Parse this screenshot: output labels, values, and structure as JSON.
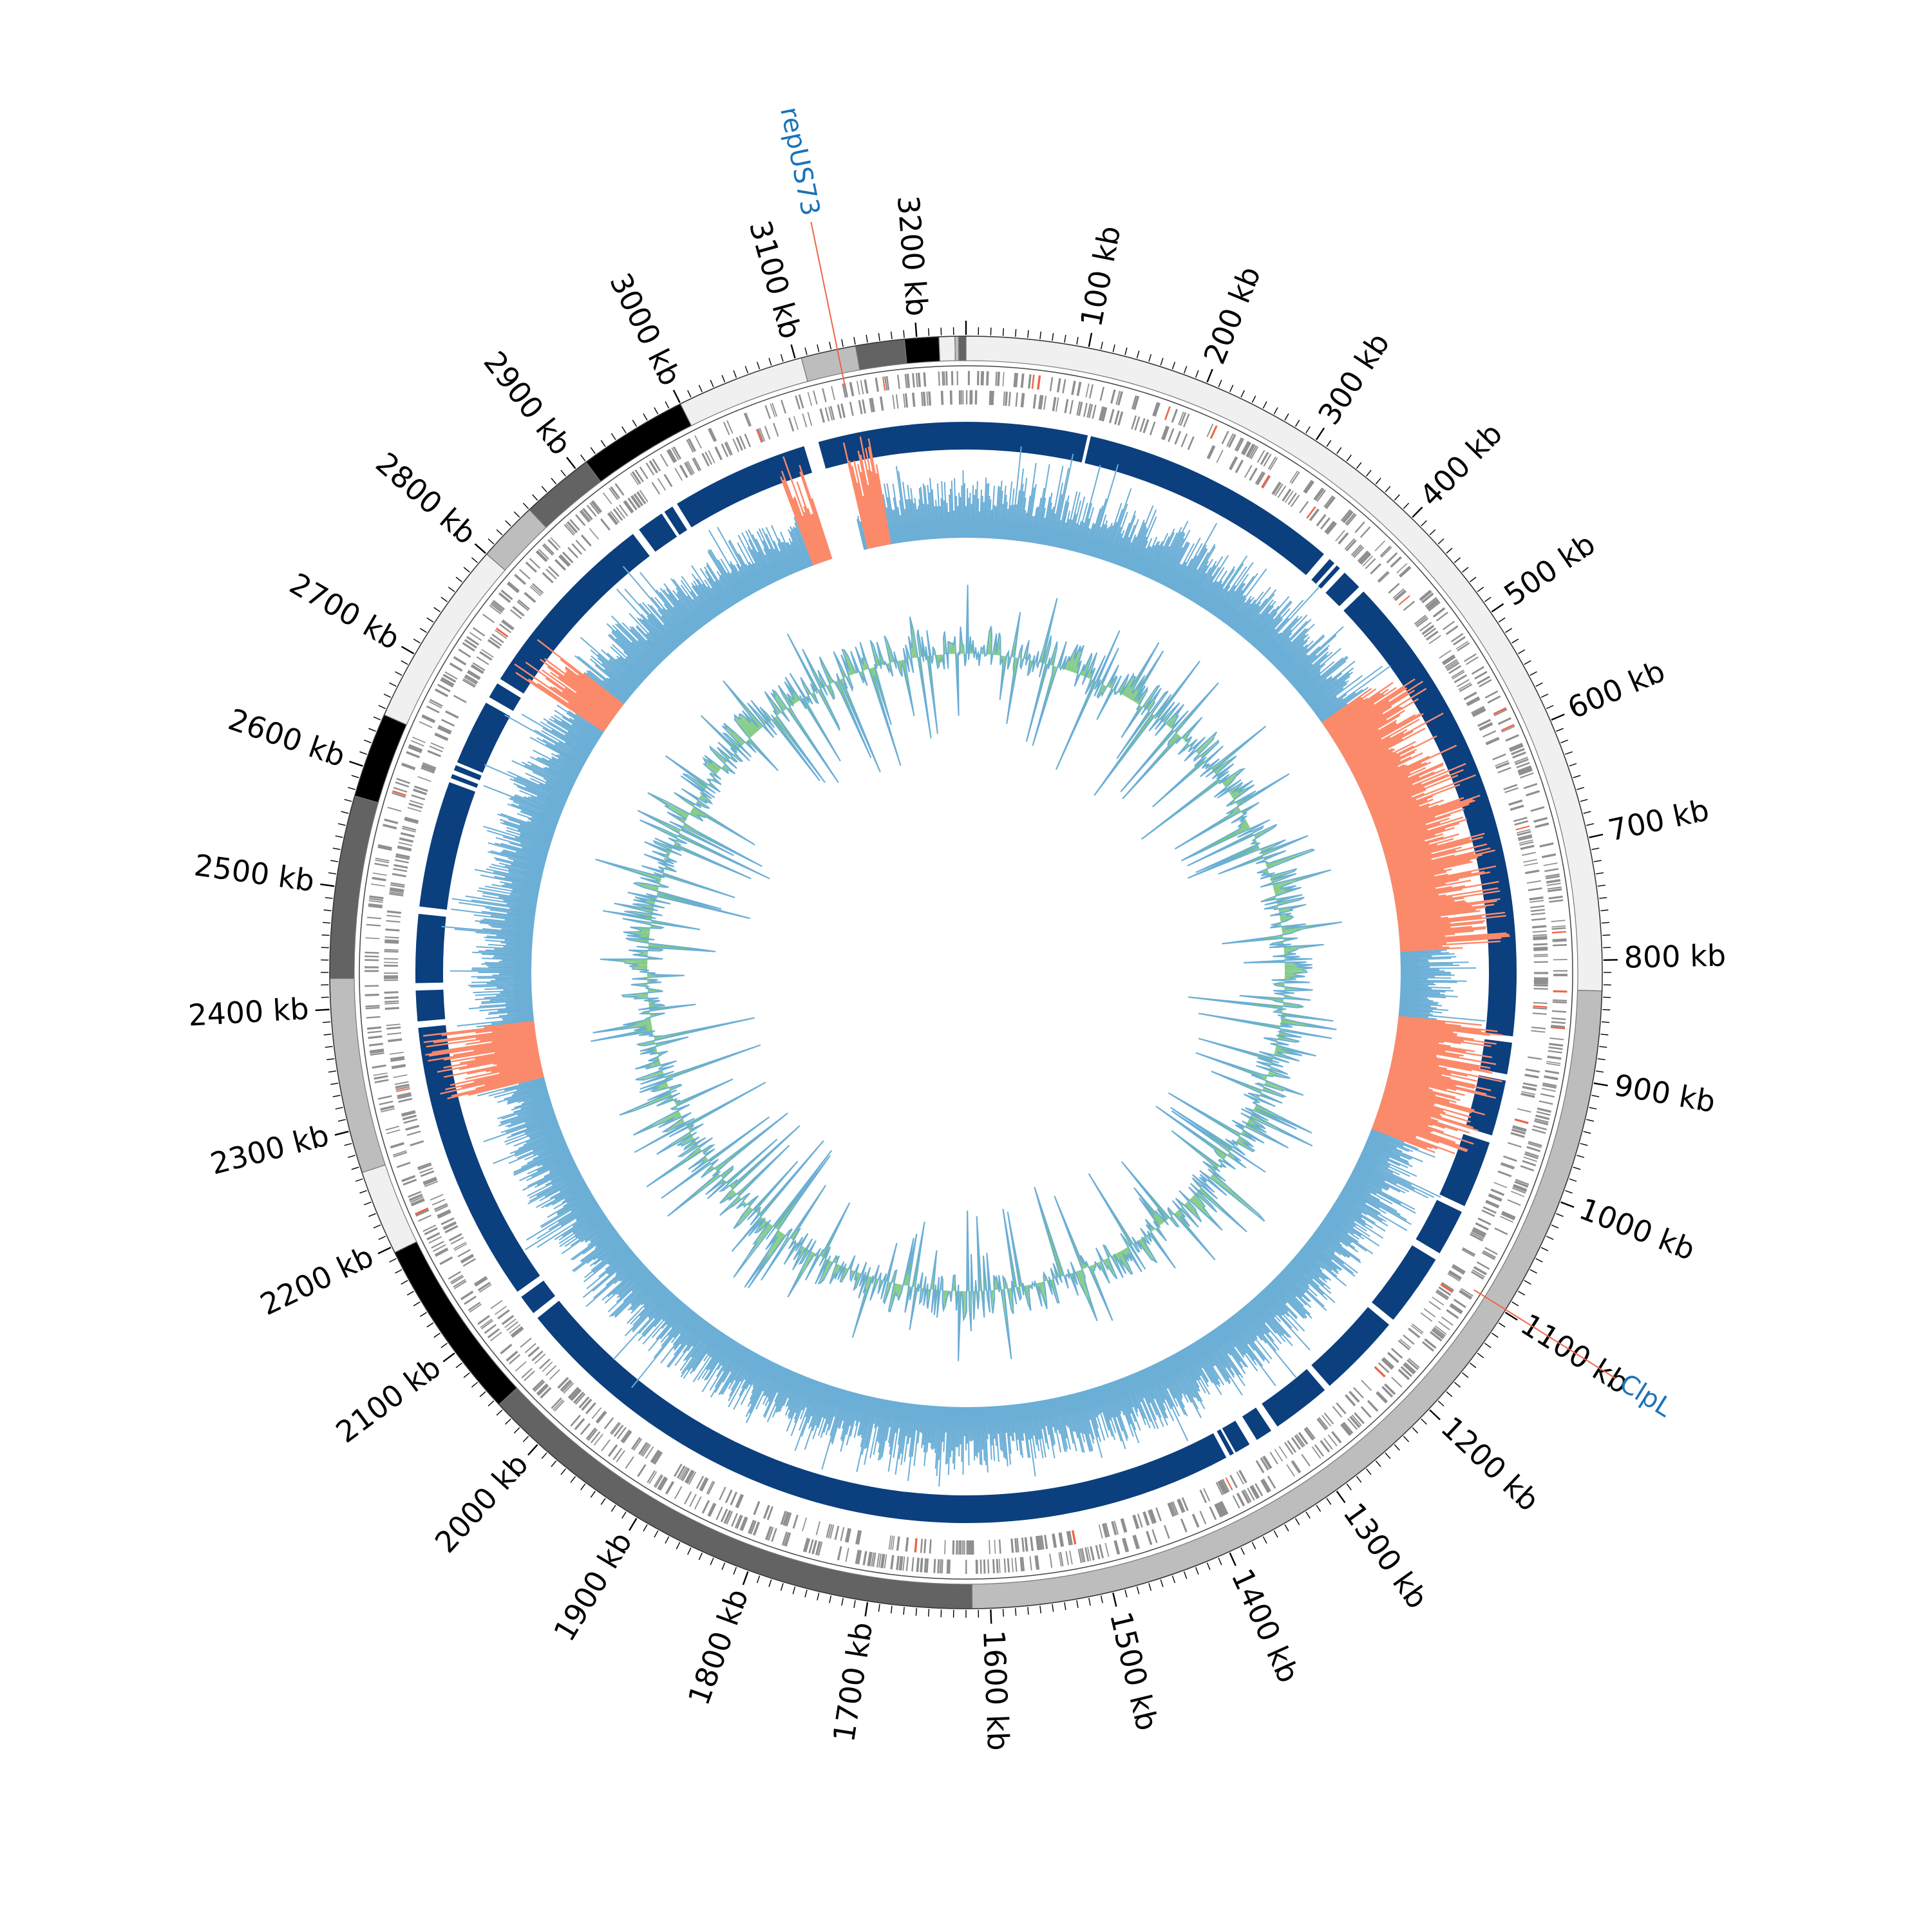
{
  "genome": {
    "length_kb": 3240
  },
  "ticks": [
    {
      "kb": 100,
      "label": "100 kb"
    },
    {
      "kb": 200,
      "label": "200 kb"
    },
    {
      "kb": 300,
      "label": "300 kb"
    },
    {
      "kb": 400,
      "label": "400 kb"
    },
    {
      "kb": 500,
      "label": "500 kb"
    },
    {
      "kb": 600,
      "label": "600 kb"
    },
    {
      "kb": 700,
      "label": "700 kb"
    },
    {
      "kb": 800,
      "label": "800 kb"
    },
    {
      "kb": 900,
      "label": "900 kb"
    },
    {
      "kb": 1000,
      "label": "1000 kb"
    },
    {
      "kb": 1100,
      "label": "1100 kb"
    },
    {
      "kb": 1200,
      "label": "1200 kb"
    },
    {
      "kb": 1300,
      "label": "1300 kb"
    },
    {
      "kb": 1400,
      "label": "1400 kb"
    },
    {
      "kb": 1500,
      "label": "1500 kb"
    },
    {
      "kb": 1600,
      "label": "1600 kb"
    },
    {
      "kb": 1700,
      "label": "1700 kb"
    },
    {
      "kb": 1800,
      "label": "1800 kb"
    },
    {
      "kb": 1900,
      "label": "1900 kb"
    },
    {
      "kb": 2000,
      "label": "2000 kb"
    },
    {
      "kb": 2100,
      "label": "2100 kb"
    },
    {
      "kb": 2200,
      "label": "2200 kb"
    },
    {
      "kb": 2300,
      "label": "2300 kb"
    },
    {
      "kb": 2400,
      "label": "2400 kb"
    },
    {
      "kb": 2500,
      "label": "2500 kb"
    },
    {
      "kb": 2600,
      "label": "2600 kb"
    },
    {
      "kb": 2700,
      "label": "2700 kb"
    },
    {
      "kb": 2800,
      "label": "2800 kb"
    },
    {
      "kb": 2900,
      "label": "2900 kb"
    },
    {
      "kb": 3000,
      "label": "3000 kb"
    },
    {
      "kb": 3100,
      "label": "3100 kb"
    },
    {
      "kb": 3200,
      "label": "3200 kb"
    }
  ],
  "contigs": [
    {
      "start": 0,
      "end": 825,
      "color": "#f0f0f0"
    },
    {
      "start": 825,
      "end": 1615,
      "color": "#bdbdbd"
    },
    {
      "start": 1615,
      "end": 2045,
      "color": "#636363"
    },
    {
      "start": 2045,
      "end": 2195,
      "color": "#000000"
    },
    {
      "start": 2195,
      "end": 2265,
      "color": "#f0f0f0"
    },
    {
      "start": 2265,
      "end": 2425,
      "color": "#bdbdbd"
    },
    {
      "start": 2425,
      "end": 2575,
      "color": "#636363"
    },
    {
      "start": 2575,
      "end": 2645,
      "color": "#000000"
    },
    {
      "start": 2645,
      "end": 2800,
      "color": "#f0f0f0"
    },
    {
      "start": 2800,
      "end": 2850,
      "color": "#bdbdbd"
    },
    {
      "start": 2850,
      "end": 2910,
      "color": "#636363"
    },
    {
      "start": 2910,
      "end": 3000,
      "color": "#000000"
    },
    {
      "start": 3000,
      "end": 3105,
      "color": "#f0f0f0"
    },
    {
      "start": 3105,
      "end": 3150,
      "color": "#bdbdbd"
    },
    {
      "start": 3150,
      "end": 3190,
      "color": "#636363"
    },
    {
      "start": 3190,
      "end": 3218,
      "color": "#000000"
    },
    {
      "start": 3218,
      "end": 3231,
      "color": "#f0f0f0"
    },
    {
      "start": 3231,
      "end": 3234,
      "color": "#bdbdbd"
    },
    {
      "start": 3234,
      "end": 3240,
      "color": "#636363"
    }
  ],
  "blocks": [
    [
      0,
      115
    ],
    [
      118,
      365
    ],
    [
      372,
      378
    ],
    [
      381,
      385
    ],
    [
      391,
      410
    ],
    [
      416,
      870
    ],
    [
      876,
      906
    ],
    [
      912,
      965
    ],
    [
      972,
      1036
    ],
    [
      1042,
      1086
    ],
    [
      1093,
      1162
    ],
    [
      1168,
      1248
    ],
    [
      1254,
      1310
    ],
    [
      1317,
      1333
    ],
    [
      1341,
      1356
    ],
    [
      1358,
      1362
    ],
    [
      1366,
      2080
    ],
    [
      2086,
      2105
    ],
    [
      2111,
      2378
    ],
    [
      2384,
      2413
    ],
    [
      2420,
      2485
    ],
    [
      2492,
      2612
    ],
    [
      2616,
      2620
    ],
    [
      2624,
      2629
    ],
    [
      2632,
      2694
    ],
    [
      2700,
      2715
    ],
    [
      2720,
      2905
    ],
    [
      2912,
      2938
    ],
    [
      2941,
      2950
    ],
    [
      2955,
      3086
    ],
    [
      3100,
      3240
    ]
  ],
  "gc_skew_negative_regions": [
    [
      495,
      785
    ],
    [
      862,
      1000
    ],
    [
      2305,
      2372
    ],
    [
      2732,
      2772
    ],
    [
      3055,
      3078
    ],
    [
      3122,
      3150
    ]
  ],
  "annotations": [
    {
      "kb": 1098,
      "label": "ClpL",
      "color": "#1a73b8"
    },
    {
      "kb": 3135,
      "label": "repUS73",
      "color": "#1a73b8"
    }
  ],
  "colors": {
    "block_fill": "#0b3f7e",
    "gene_fill": "#8f8f8f",
    "gene_highlight": "#ef6548",
    "skew_positive": "#9ecae1",
    "skew_positive_line": "#6baed6",
    "skew_negative": "#fb8a6b",
    "skew_negative_line": "#de2d26",
    "gc_content_line": "#6baed6",
    "gc_content_fill": "#74c476",
    "annotation_line": "#ef6548"
  }
}
